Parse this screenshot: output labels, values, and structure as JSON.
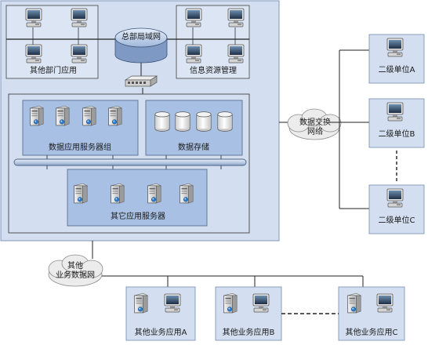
{
  "hq_lan": "总部局域网",
  "dept_apps": "其他部门应用",
  "info_mgmt": "信息资源管理",
  "app_server_group": "数据应用服务器组",
  "data_storage": "数据存储",
  "other_app_servers": "其它应用服务器",
  "exchange_network": "数据交换\n网络",
  "other_business_network": "其他\n业务数据网",
  "units": [
    "二级单位A",
    "二级单位B",
    "二级单位C"
  ],
  "business_apps": [
    "其他业务应用A",
    "其他业务应用B",
    "其他业务应用C"
  ],
  "colors": {
    "hq_panel": "#d3dff0",
    "hq_border": "#7f96b8",
    "group_fill": "#a8c0e3",
    "group_border": "#5a6f91",
    "line": "#2b2b2b",
    "cloud": "#ececec",
    "bus": "#b9cbe6"
  }
}
